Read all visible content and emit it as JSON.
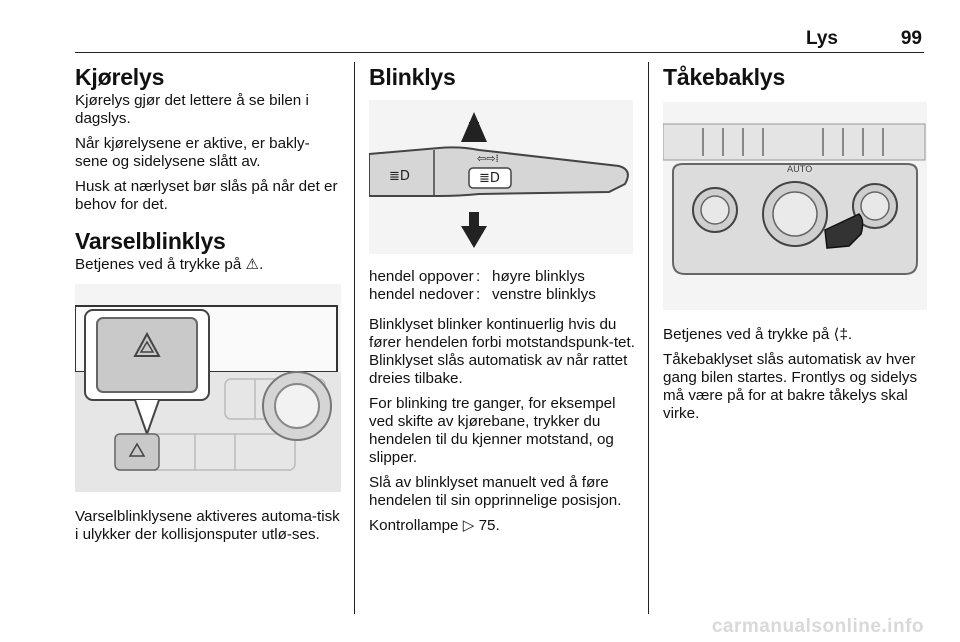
{
  "header": {
    "section": "Lys",
    "page": "99"
  },
  "col1": {
    "title1": "Kjørelys",
    "p1": "Kjørelys gjør det lettere å se bilen i dagslys.",
    "p2": "Når kjørelysene er aktive, er bakly-sene og sidelysene slått av.",
    "p3": "Husk at nærlyset bør slås på når det er behov for det.",
    "title2": "Varselblinklys",
    "p4": "Betjenes ved å trykke på ⚠.",
    "p5": "Varselblinklysene aktiveres automa-tisk i ulykker der kollisjonsputer utlø-ses."
  },
  "col2": {
    "title": "Blinklys",
    "captions": [
      {
        "key": "hendel oppover",
        "sep": ":",
        "val": "høyre blinklys"
      },
      {
        "key": "hendel nedover",
        "sep": ":",
        "val": "venstre blinklys"
      }
    ],
    "p1": "Blinklyset blinker kontinuerlig hvis du fører hendelen forbi motstandspunk-tet. Blinklyset slås automatisk av når rattet dreies tilbake.",
    "p2": "For blinking tre ganger, for eksempel ved skifte av kjørebane, trykker du hendelen til du kjenner motstand, og slipper.",
    "p3": "Slå av blinklyset manuelt ved å føre hendelen til sin opprinnelige posisjon.",
    "p4": "Kontrollampe ▷ 75."
  },
  "col3": {
    "title": "Tåkebaklys",
    "p1": "Betjenes ved å trykke på ⟨‡.",
    "p2": "Tåkebaklyset slås automatisk av hver gang bilen startes. Frontlys og sidelys må være på for at bakre tåkelys skal virke.",
    "panel_label": "AUTO"
  },
  "watermark": "carmanualsonline.info"
}
